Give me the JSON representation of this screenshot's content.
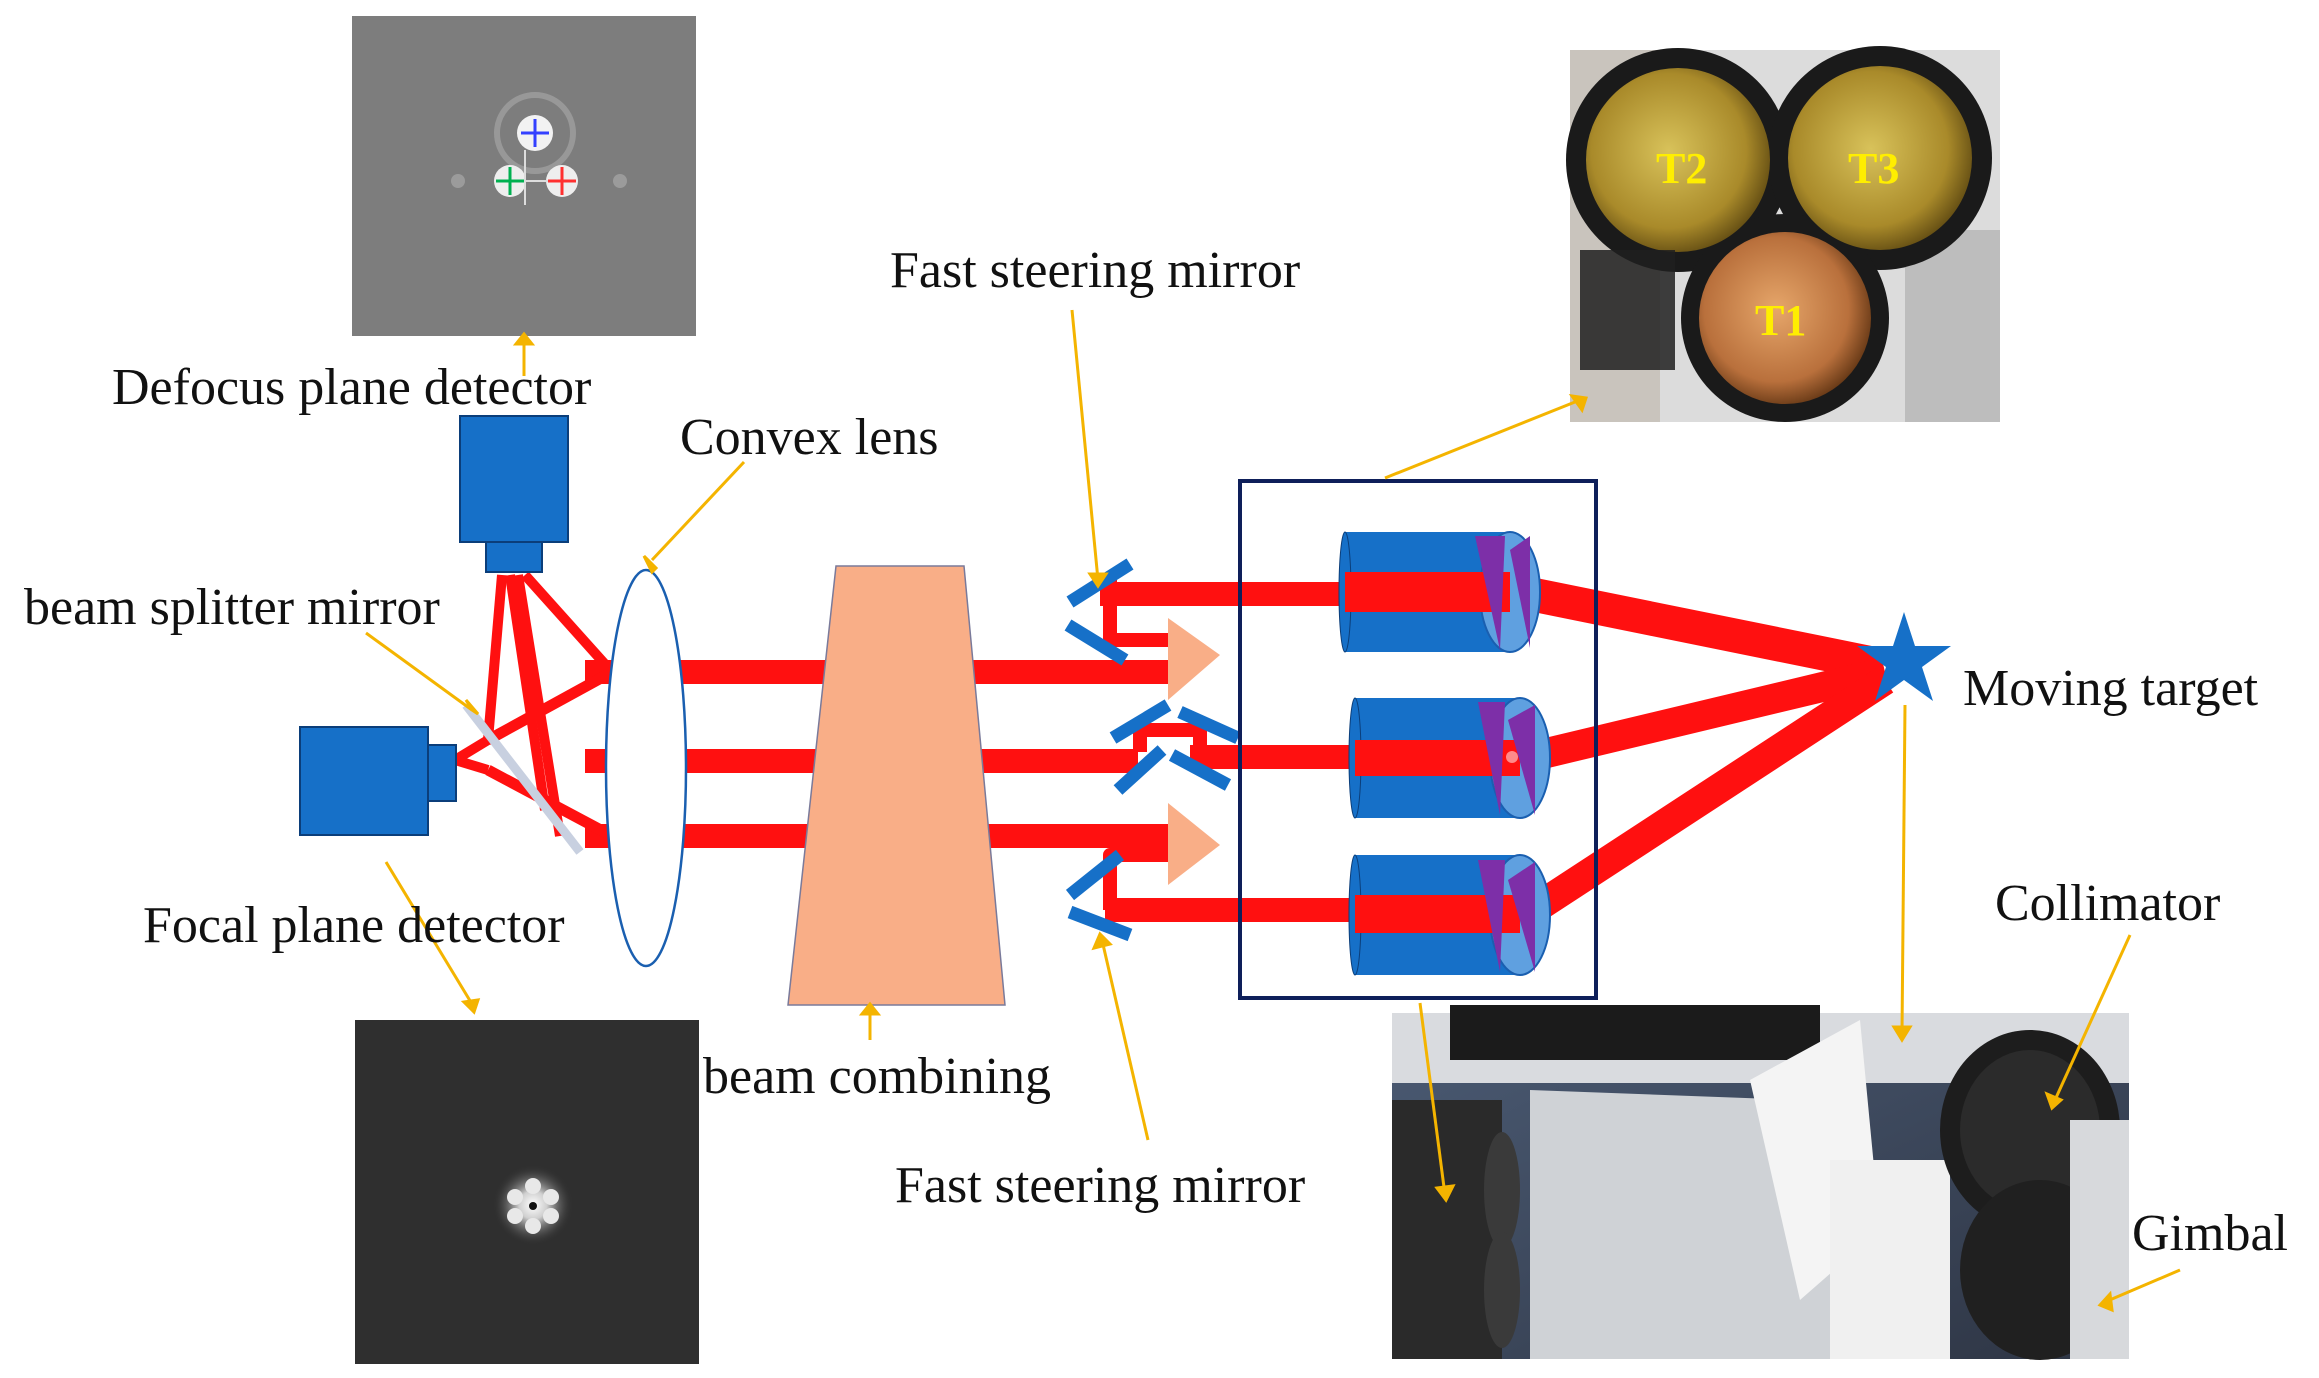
{
  "diagram": {
    "labels": {
      "defocus_detector": "Defocus plane detector",
      "convex_lens": "Convex lens",
      "beam_splitter": "beam splitter mirror",
      "focal_detector": "Focal plane detector",
      "beam_combining": "beam combining",
      "fsm_top": "Fast steering mirror",
      "fsm_bottom": "Fast steering mirror",
      "moving_target": "Moving target",
      "collimator": "Collimator",
      "gimbal": "Gimbal"
    },
    "telescope_labels": [
      "T2",
      "T3",
      "T1"
    ],
    "colors": {
      "beam": "#ff1010",
      "component_blue": "#1670c8",
      "prism": "#7d2fa8",
      "combiner": "#f9ae87",
      "arrow": "#f4b400",
      "frame": "#0e1f5a"
    }
  }
}
